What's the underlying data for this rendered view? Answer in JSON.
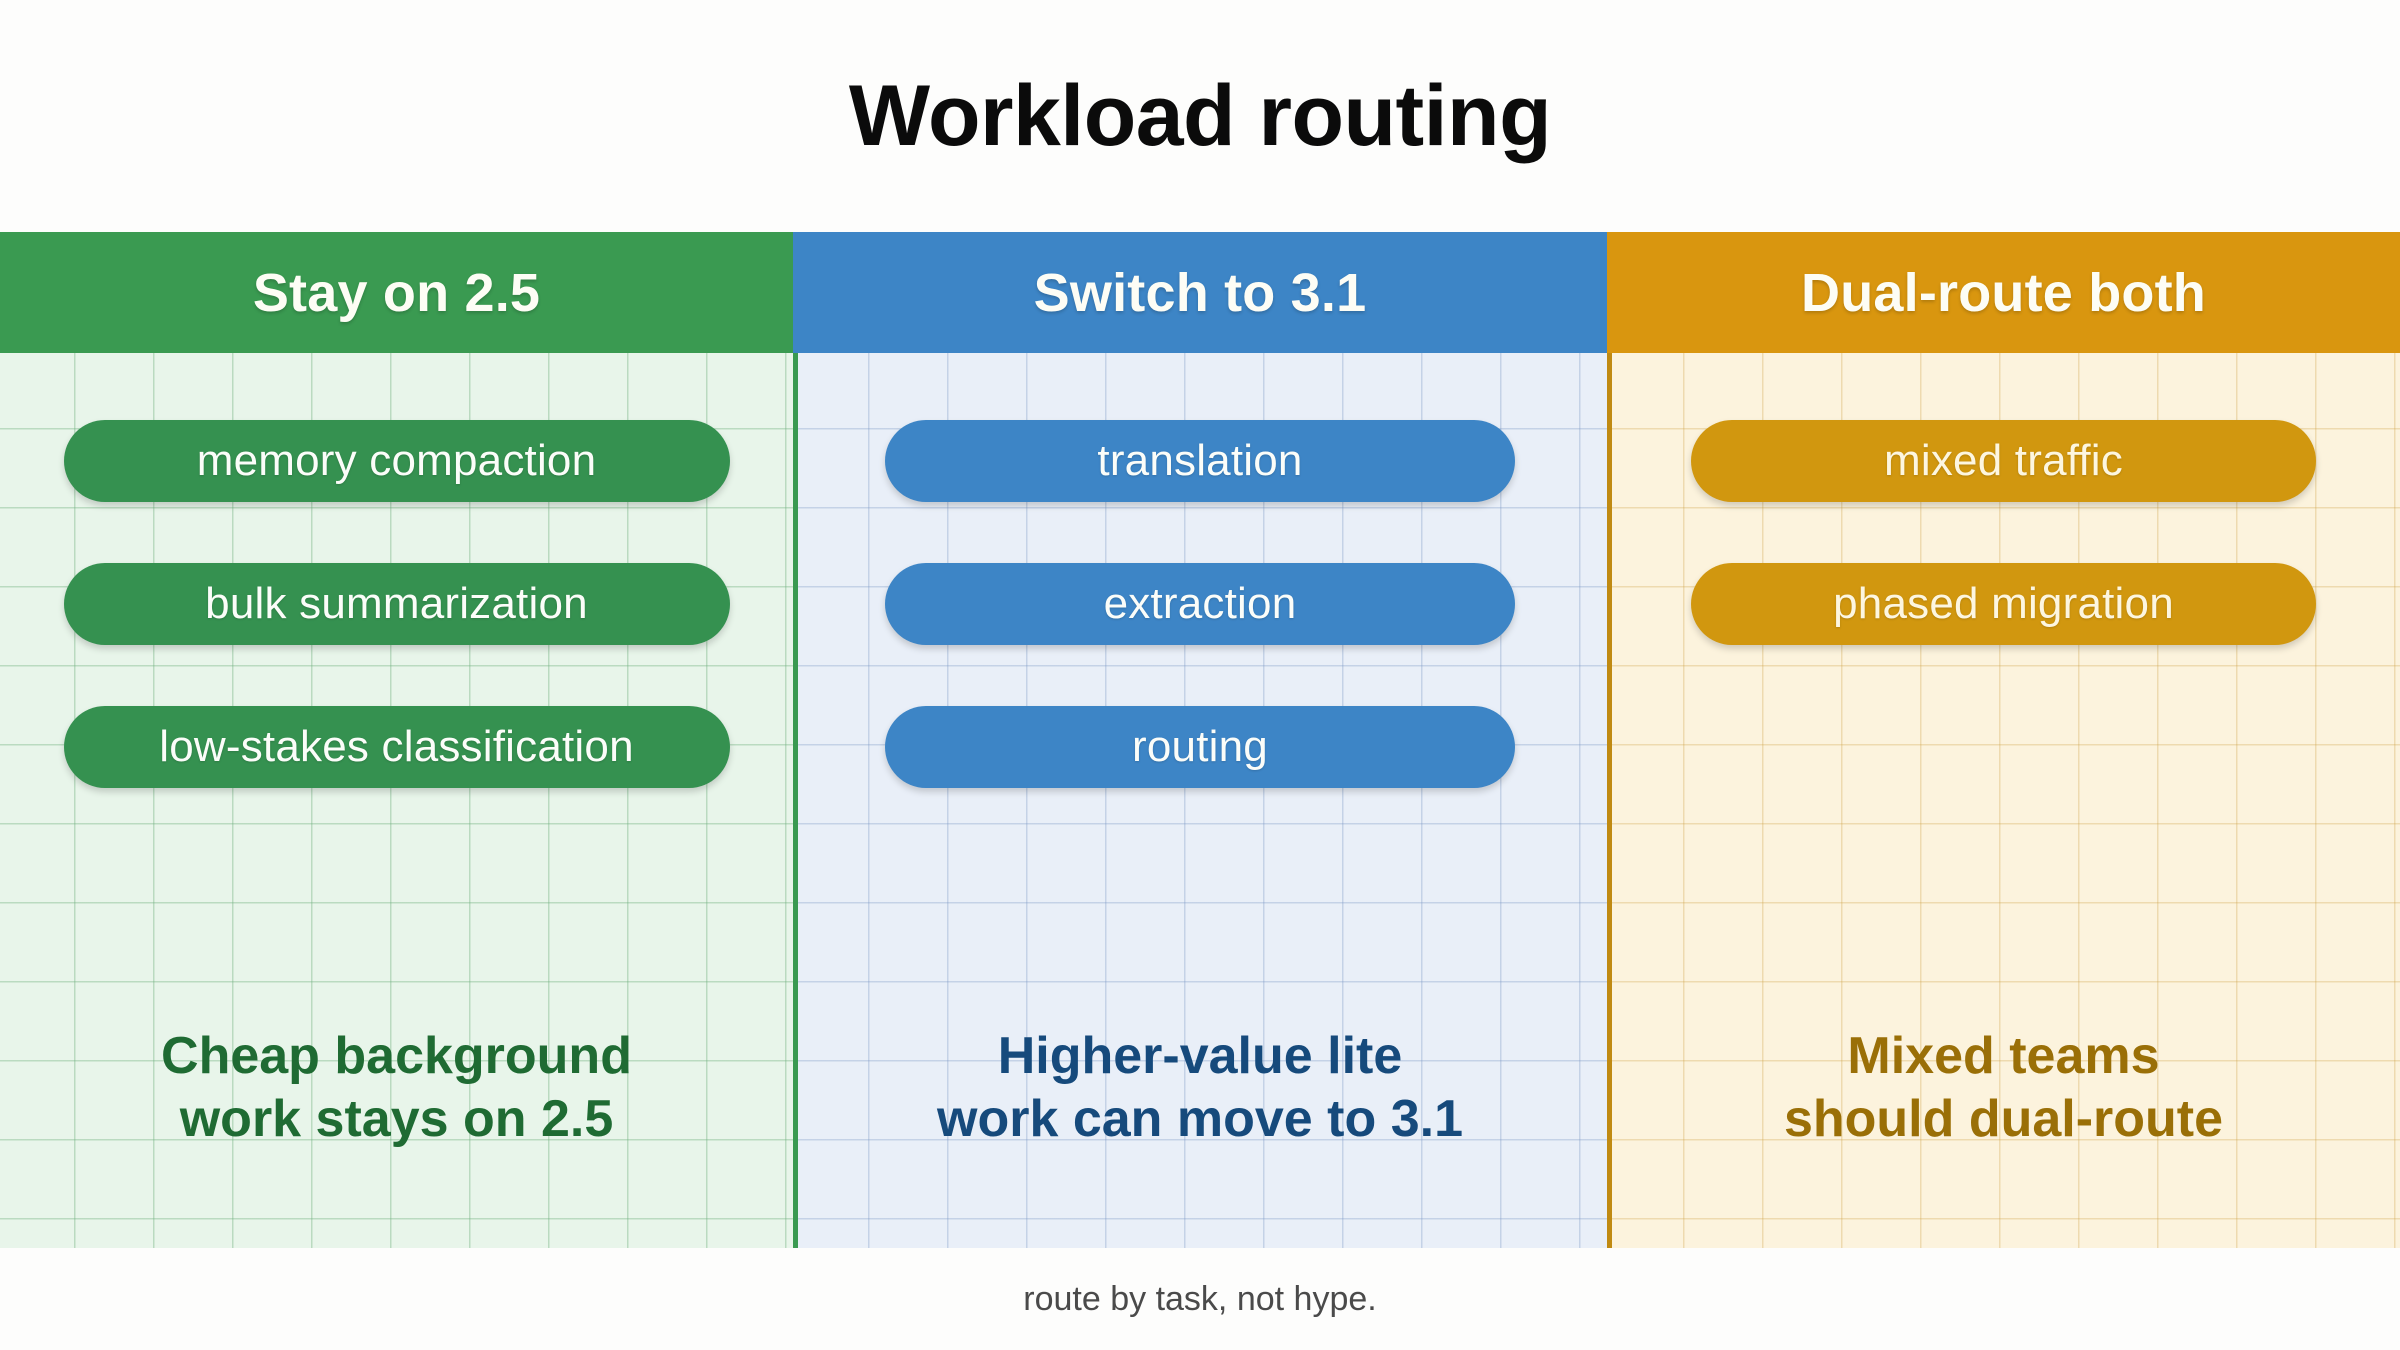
{
  "title": "Workload routing",
  "caption": "route by task, not hype.",
  "colors": {
    "green_header": "#3a9a51",
    "blue_header": "#3d85c6",
    "orange_header": "#d9960f",
    "green_pill": "#359150",
    "blue_pill": "#3d85c6",
    "orange_pill": "#d1970f",
    "green_text": "#1f6b33",
    "blue_text": "#164a7c",
    "orange_text": "#9a6f07",
    "caption_text": "#4a4a4a",
    "title_text": "#0b0b0b",
    "page_background": "#fdfdfc"
  },
  "columns": [
    {
      "header": "Stay on 2.5",
      "pills": [
        "memory compaction",
        "bulk summarization",
        "low-stakes classification"
      ],
      "summary_lines": [
        "Cheap background",
        "work stays on 2.5"
      ]
    },
    {
      "header": "Switch to 3.1",
      "pills": [
        "translation",
        "extraction",
        "routing"
      ],
      "summary_lines": [
        "Higher-value lite",
        "work can move to 3.1"
      ]
    },
    {
      "header": "Dual-route both",
      "pills": [
        "mixed traffic",
        "phased migration"
      ],
      "summary_lines": [
        "Mixed teams",
        "should dual-route"
      ]
    }
  ]
}
